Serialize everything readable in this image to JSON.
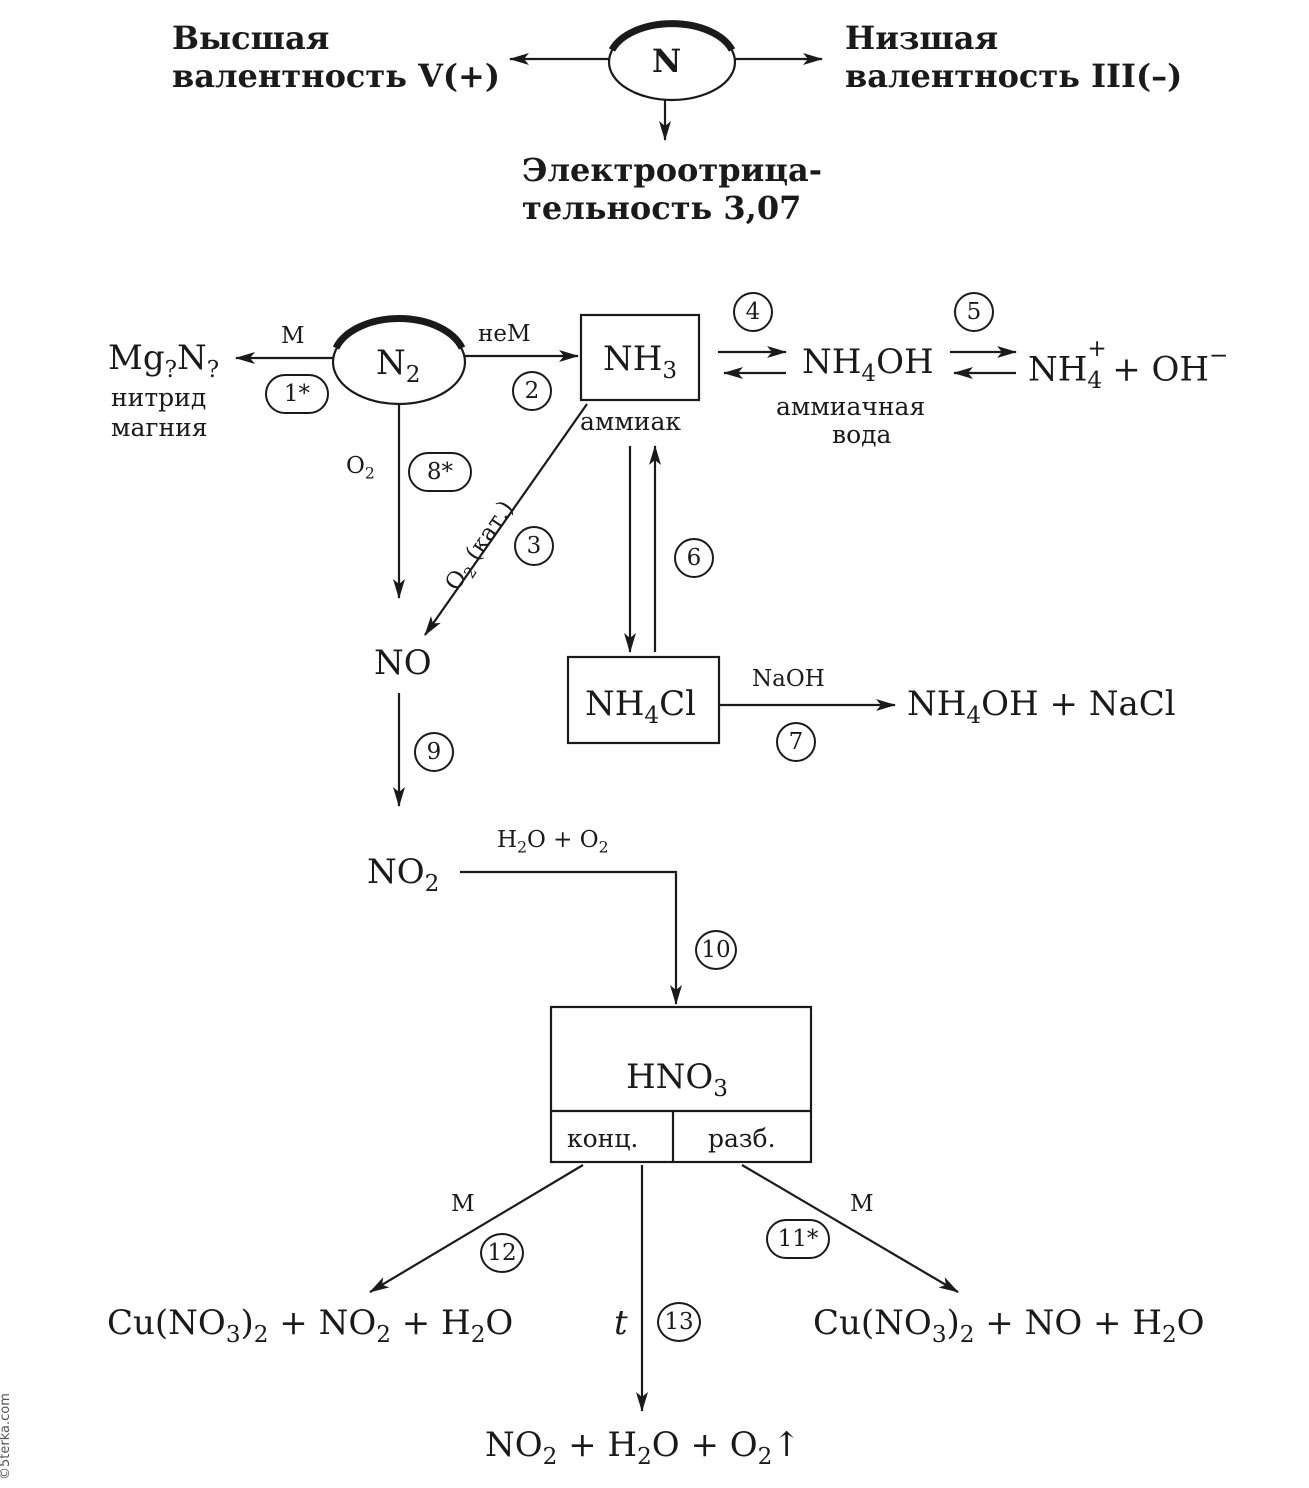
{
  "top": {
    "center_symbol": "N",
    "higher_valence_line1": "Высшая",
    "higher_valence_line2": "валентность V(+)",
    "lower_valence_line1": "Низшая",
    "lower_valence_line2": "валентность III(–)",
    "electroneg_line1": "Электроотрица-",
    "electroneg_line2": "тельность 3,07"
  },
  "nodes": {
    "n2": "N",
    "n2_sub": "2",
    "mg3n2_main": "Mg",
    "mg3n2_sub1": "?",
    "mg3n2_n": "N",
    "mg3n2_sub2": "?",
    "mg_name1": "нитрид",
    "mg_name2": "магния",
    "nh3_main": "NH",
    "nh3_sub": "3",
    "nh3_name": "аммиак",
    "nh4oh_a": "NH",
    "nh4oh_sub": "4",
    "nh4oh_b": "OH",
    "nh4oh_name1": "аммиачная",
    "nh4oh_name2": "вода",
    "ions_a": "NH",
    "ions_sup": "+",
    "ions_sub": "4",
    "ions_b": " + OH",
    "ions_sup2": "−",
    "no": "NO",
    "nh4cl_a": "NH",
    "nh4cl_sub": "4",
    "nh4cl_b": "Cl",
    "nh4oh_nacl_a": "NH",
    "nh4oh_nacl_sub": "4",
    "nh4oh_nacl_b": "OH + NaCl",
    "no2_a": "NO",
    "no2_sub": "2",
    "hno3_a": "HNO",
    "hno3_sub": "3",
    "hno3_conc": "конц.",
    "hno3_dil": "разб.",
    "prod_left": {
      "a": "Cu(NO",
      "s1": "3",
      "b": ")",
      "s2": "2",
      "c": " + NO",
      "s3": "2",
      "d": " + H",
      "s4": "2",
      "e": "O"
    },
    "prod_right": {
      "a": "Cu(NO",
      "s1": "3",
      "b": ")",
      "s2": "2",
      "c": " + NO + H",
      "s3": "2",
      "d": "O"
    },
    "prod_bottom": {
      "a": "NO",
      "s1": "2",
      "b": " + H",
      "s2": "2",
      "c": "O + O",
      "s3": "2",
      "d": "↑"
    }
  },
  "labels": {
    "m_left": "M",
    "nem": "неМ",
    "o2": "O",
    "o2_sub": "2",
    "o2_cat": "O",
    "o2_cat_sub": "2",
    "o2_cat_tail": " (кат.)",
    "naoh": "NaOH",
    "h2o_o2_a": "H",
    "h2o_o2_s1": "2",
    "h2o_o2_b": "O + O",
    "h2o_o2_s2": "2",
    "m_12": "M",
    "m_11": "M",
    "t": "t"
  },
  "steps": [
    "1*",
    "2",
    "3",
    "4",
    "5",
    "6",
    "7",
    "8*",
    "9",
    "10",
    "11*",
    "12",
    "13"
  ],
  "watermark": "©5terka.com"
}
